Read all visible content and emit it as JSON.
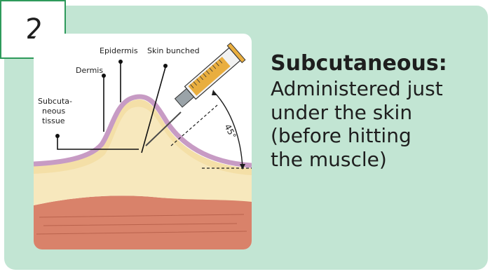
{
  "step": {
    "number": "2"
  },
  "illustration": {
    "labels": {
      "epidermis": "Epidermis",
      "skin_bunched": "Skin bunched",
      "dermis": "Dermis",
      "subcutaneous_tissue": [
        "Subcuta-",
        "neous",
        "tissue"
      ],
      "angle": "45°"
    }
  },
  "info": {
    "title": "Subcutaneous:",
    "description_lines": [
      "Administered just",
      "under the skin",
      "(before hitting",
      "the muscle)"
    ]
  },
  "colors": {
    "card_background": "#c2e5d3",
    "accent_green": "#2e9a5b",
    "epidermis": "#c79bc4",
    "dermis": "#f4dfa7",
    "subcutaneous": "#f7e8bd",
    "muscle": "#d9826a"
  }
}
